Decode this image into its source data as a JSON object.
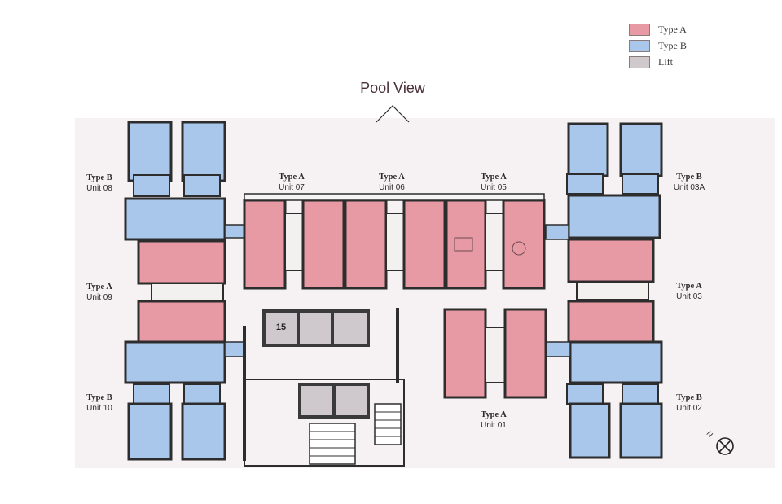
{
  "legend": {
    "items": [
      {
        "label": "Type A",
        "color": "#e89aa4"
      },
      {
        "label": "Type B",
        "color": "#a9c7ea"
      },
      {
        "label": "Lift",
        "color": "#cfc8cc"
      }
    ]
  },
  "view_label": "Pool View",
  "colors": {
    "type_a": "#e89aa4",
    "type_b": "#a9c7ea",
    "lift": "#cfc8cc",
    "wall": "#2d2d2d",
    "corridor": "#f4f4f4"
  },
  "units": [
    {
      "type": "Type B",
      "unit": "Unit 08"
    },
    {
      "type": "Type A",
      "unit": "Unit 07"
    },
    {
      "type": "Type A",
      "unit": "Unit 06"
    },
    {
      "type": "Type A",
      "unit": "Unit 05"
    },
    {
      "type": "Type B",
      "unit": "Unit 03A"
    },
    {
      "type": "Type A",
      "unit": "Unit 09"
    },
    {
      "type": "Type A",
      "unit": "Unit 03"
    },
    {
      "type": "Type B",
      "unit": "Unit 10"
    },
    {
      "type": "Type A",
      "unit": "Unit 01"
    },
    {
      "type": "Type B",
      "unit": "Unit 02"
    }
  ],
  "lift_number": "15",
  "compass_label": "N"
}
